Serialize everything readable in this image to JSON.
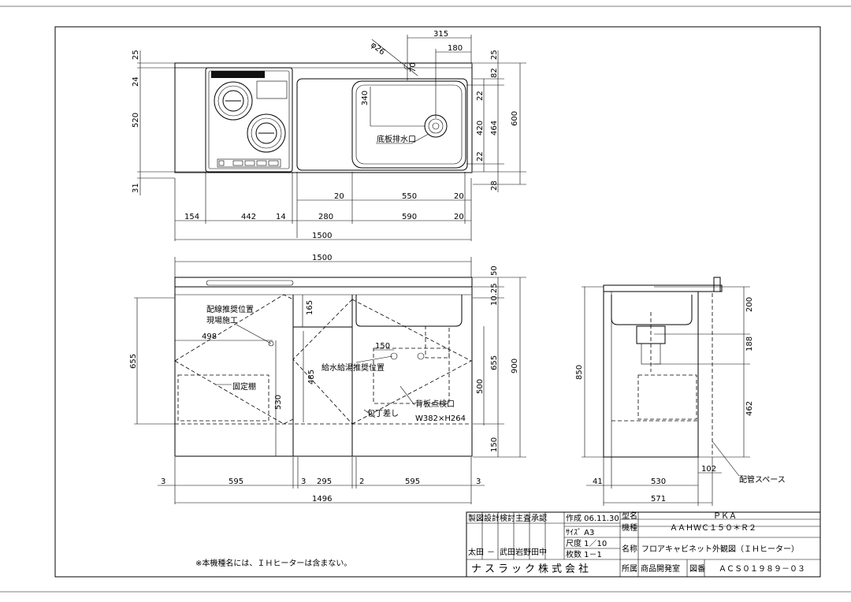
{
  "plan_dims": {
    "top_315": "315",
    "top_180": "180",
    "dia": "φ26",
    "d_70": "70",
    "d_25a": "25",
    "d_82": "82",
    "d_25": "25",
    "d_24": "24",
    "d_520": "520",
    "d_31": "31",
    "d_340": "340",
    "d_22a": "22",
    "d_420": "420",
    "d_464": "464",
    "d_22b": "22",
    "d_600": "600",
    "d_28": "28",
    "b_20a": "20",
    "b_550": "550",
    "b_20b": "20",
    "b_154": "154",
    "b_442": "442",
    "b_14": "14",
    "b_280": "280",
    "b_590": "590",
    "b_20c": "20",
    "b_1500": "1500",
    "drain_label": "底板排水口"
  },
  "front_dims": {
    "top_1500": "1500",
    "r_50": "50",
    "r_10": "10.25",
    "r_655": "655",
    "r_900": "900",
    "r_500": "500",
    "r_150": "150",
    "l_655": "655",
    "d_165": "165",
    "d_485": "485",
    "d_498": "498",
    "d_530": "530",
    "d_150": "150",
    "lbl_wiring": "配線推奨位置",
    "lbl_site": "現場施工",
    "lbl_fixed_shelf": "固定棚",
    "lbl_water": "給水給湯推奨位置",
    "lbl_back_hatch": "背板点検口",
    "lbl_hatch_size": "W382×H264",
    "lbl_knife": "包丁差し",
    "b_3a": "3",
    "b_595a": "595",
    "b_3b": "3",
    "b_295": "295",
    "b_2": "2",
    "b_595b": "595",
    "b_3c": "3",
    "b_1496": "1496"
  },
  "side_dims": {
    "d_200": "200",
    "d_188": "188",
    "d_462": "462",
    "d_850": "850",
    "d_102": "102",
    "b_41": "41",
    "b_530": "530",
    "b_571": "571",
    "lbl_pipe_space": "配管スペース"
  },
  "note": "※本機種名には、ＩＨヒーターは含まない。",
  "title_block": {
    "h_seizu": "製図",
    "h_sekkei": "設計",
    "h_kento": "検討",
    "h_shusa": "主査",
    "h_shonin": "承認",
    "s_seizu": "太田",
    "s_sekkei": "－",
    "s_kento": "武田",
    "s_shusa": "岩野",
    "s_shonin": "田中",
    "sakusei": "作成 06.11.30",
    "size": "ｻｲｽﾞ  A3",
    "scale": "尺度 1／10",
    "sheets": "枚数  1－1",
    "l_model": "型名",
    "v_model": "ＰＫＡ",
    "l_kishu": "機種",
    "v_kishu": "ＡＡＨＷＣ１５０＊Ｒ２",
    "l_name": "名称",
    "v_name": "フロアキャビネット外観図（ＩＨヒーター）",
    "company": "ナスラック株式会社",
    "l_dept": "所属",
    "v_dept": "商品開発室",
    "l_drawing": "図番",
    "v_drawing": "ＡＣＳ０１９８９－０３"
  }
}
